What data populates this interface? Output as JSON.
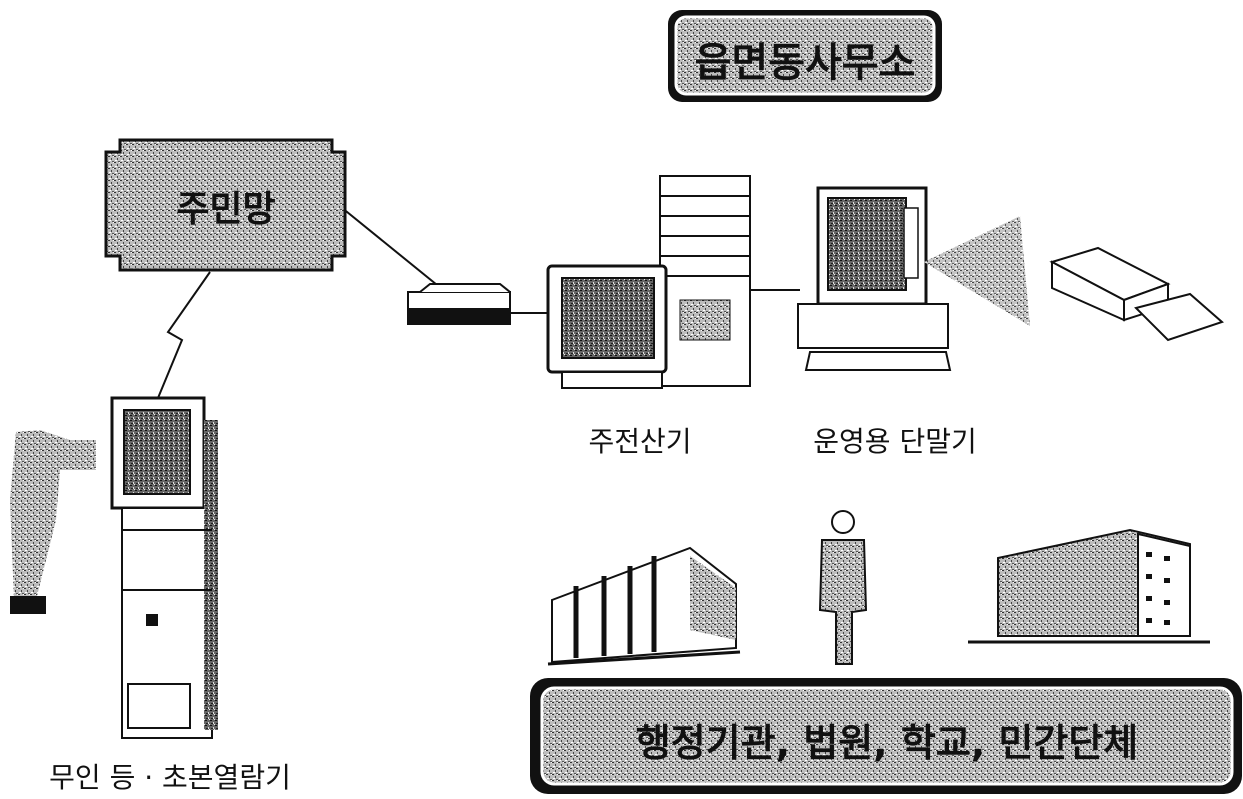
{
  "nodes": {
    "top_office": "읍면동사무소",
    "network": "주민망",
    "server": "주전산기",
    "terminal": "운영용 단말기",
    "kiosk": "무인 등 · 초본열람기",
    "institutions": "행정기관, 법원, 학교, 민간단체"
  },
  "icons": [
    "modem-icon",
    "server-computer-icon",
    "terminal-computer-icon",
    "printer-icon",
    "kiosk-icon",
    "government-building-icon",
    "person-icon",
    "office-building-icon"
  ]
}
